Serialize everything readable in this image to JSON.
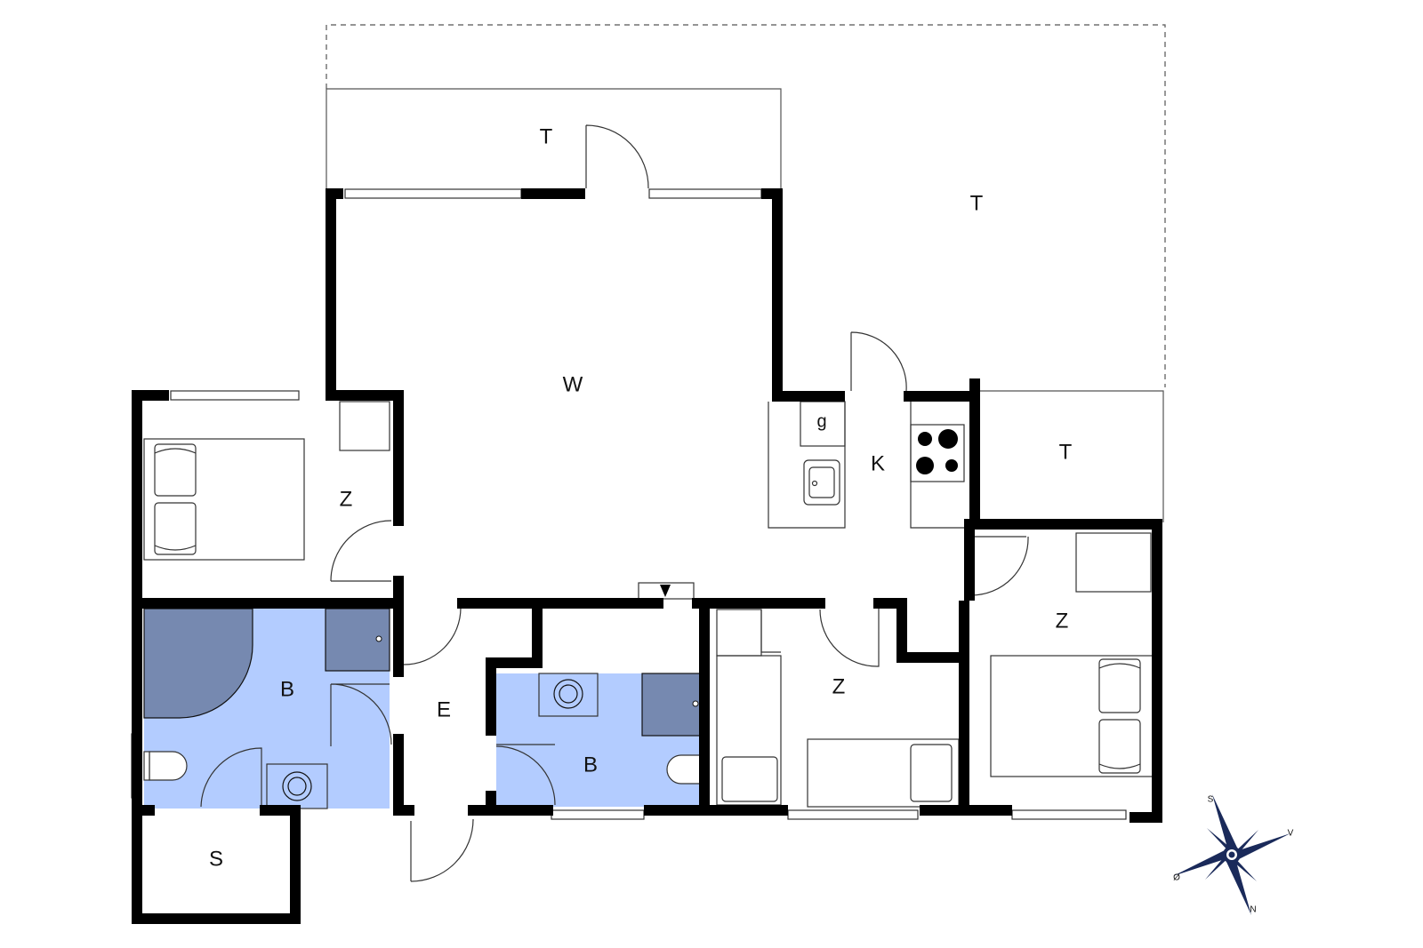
{
  "plan": {
    "colors": {
      "wall": "#000000",
      "bathroom": "#b3ccff",
      "fixture": "#7689b0",
      "line": "#555555",
      "background": "#ffffff"
    },
    "rooms": [
      {
        "id": "terrace-north",
        "label": "T"
      },
      {
        "id": "terrace-east",
        "label": "T"
      },
      {
        "id": "terrace-small",
        "label": "T"
      },
      {
        "id": "living",
        "label": "W"
      },
      {
        "id": "bedroom-west",
        "label": "Z"
      },
      {
        "id": "kitchen",
        "label": "K"
      },
      {
        "id": "kitchen-cabinet",
        "label": "g"
      },
      {
        "id": "bedroom-middle",
        "label": "Z"
      },
      {
        "id": "bedroom-east",
        "label": "Z"
      },
      {
        "id": "bathroom-large",
        "label": "B"
      },
      {
        "id": "bathroom-small",
        "label": "B"
      },
      {
        "id": "entrance",
        "label": "E"
      },
      {
        "id": "storage",
        "label": "S"
      }
    ],
    "compass": {
      "s": "S",
      "v": "V",
      "o": "Ø",
      "n": "N",
      "icon": "compass-rose-icon"
    }
  }
}
